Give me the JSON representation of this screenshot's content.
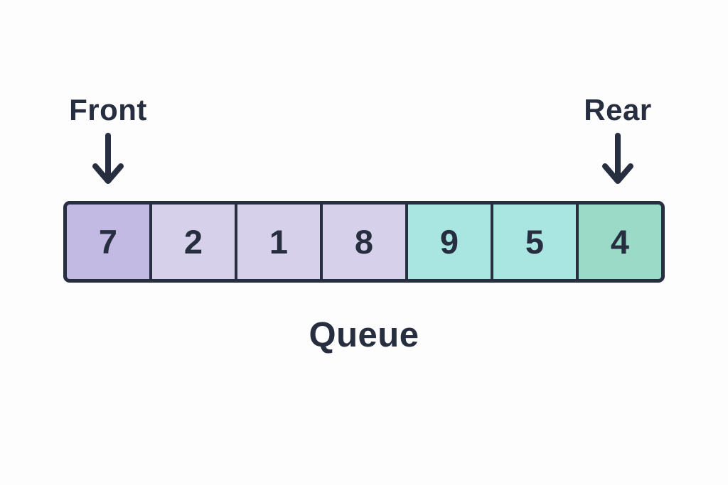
{
  "diagram": {
    "caption": "Queue",
    "pointers": {
      "front": {
        "label": "Front",
        "points_to_index": 0
      },
      "rear": {
        "label": "Rear",
        "points_to_index": 6
      }
    },
    "queue": {
      "cells": [
        {
          "value": "7",
          "fill": "#c3bae3"
        },
        {
          "value": "2",
          "fill": "#d6d0eb"
        },
        {
          "value": "1",
          "fill": "#d6d0eb"
        },
        {
          "value": "8",
          "fill": "#d6d0eb"
        },
        {
          "value": "9",
          "fill": "#a9e6e1"
        },
        {
          "value": "5",
          "fill": "#a9e6e1"
        },
        {
          "value": "4",
          "fill": "#9adac6"
        }
      ]
    },
    "colors": {
      "ink": "#272e40",
      "background": "#fdfdfd"
    },
    "icons": {
      "front_arrow": "down-arrow-icon",
      "rear_arrow": "down-arrow-icon"
    }
  }
}
